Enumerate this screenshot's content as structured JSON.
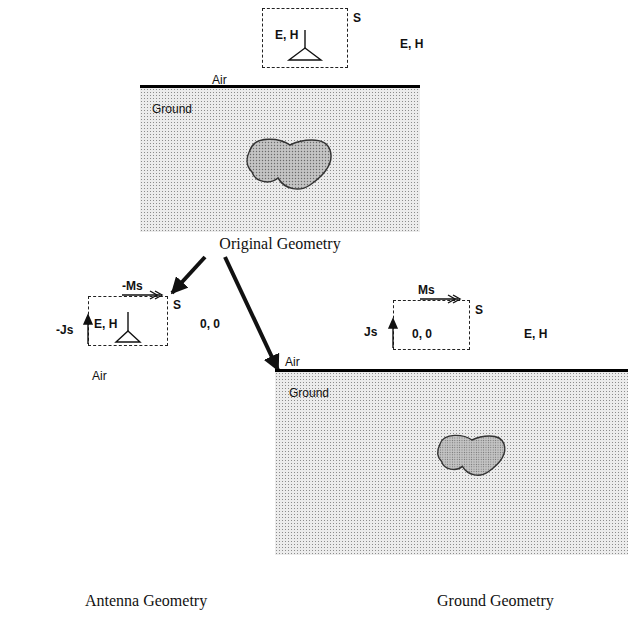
{
  "diagram": {
    "nodes": [
      {
        "text": [
          "Ground",
          "Original Geometry"
        ]
      },
      {
        "text": [
          "E, H",
          "S"
        ]
      },
      {
        "text": [
          "E, H",
          "S"
        ]
      },
      {
        "text": [
          "0, 0",
          "S"
        ]
      },
      {
        "text": [
          "Ground",
          "Ground Geometry"
        ]
      }
    ],
    "edges": [
      {
        "from": 0,
        "to": 2,
        "arrow": "to"
      },
      {
        "from": 0,
        "to": 4,
        "arrow": "to"
      }
    ],
    "labels": [
      "Air",
      "E, H",
      "-Ms",
      "-Js",
      "0, 0",
      "Air",
      "Antenna Geometry",
      "Ms",
      "Js",
      "E, H",
      "Air"
    ]
  }
}
